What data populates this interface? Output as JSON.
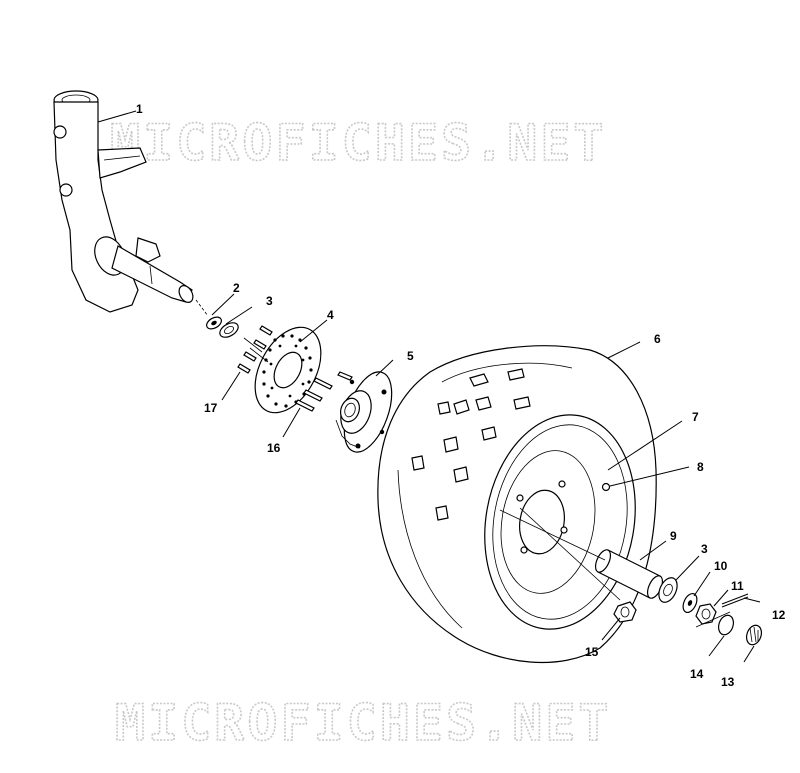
{
  "watermark": "MICROFICHES.NET",
  "callouts": [
    "1",
    "2",
    "3",
    "4",
    "5",
    "6",
    "7",
    "8",
    "9",
    "3",
    "10",
    "11",
    "12",
    "13",
    "14",
    "15",
    "16",
    "17"
  ],
  "parts": {
    "p1": "steering-knuckle",
    "p2": "seal",
    "p3": "bearing",
    "p4": "brake-disc",
    "p5": "wheel-hub",
    "p6": "tire",
    "p7": "rim",
    "p8": "valve-stem",
    "p9": "spacer",
    "p10": "washer",
    "p11": "castle-nut",
    "p12": "cotter-pin",
    "p13": "dust-cap",
    "p14": "o-ring",
    "p15": "lug-nut",
    "p16": "hub-bolt",
    "p17": "disc-bolt"
  }
}
